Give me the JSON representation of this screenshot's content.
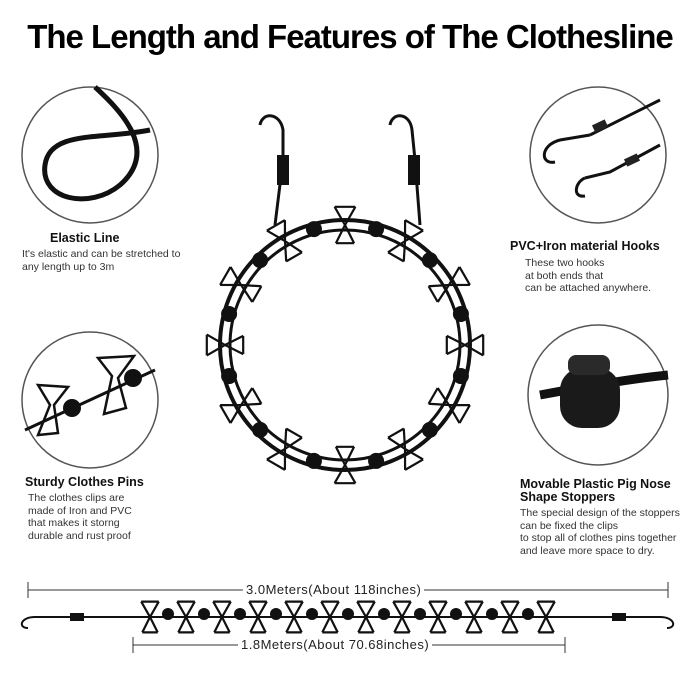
{
  "title": "The Length and Features of The Clothesline",
  "features": [
    {
      "heading": "Elastic Line",
      "text": "It's elastic and can be stretched to\nany length up to 3m"
    },
    {
      "heading": "PVC+Iron material Hooks",
      "text": "These two hooks\nat both ends that\ncan be attached anywhere."
    },
    {
      "heading": "Sturdy Clothes Pins",
      "text": "The clothes clips are\n made of Iron and PVC\nthat makes it storng\ndurable and rust proof"
    },
    {
      "heading": "Movable Plastic Pig Nose\nShape Stoppers",
      "text": "The special design of the stoppers\ncan be fixed the clips\nto stop all of clothes pins together\nand leave more space to dry."
    }
  ],
  "dimensions": {
    "total": "3.0Meters(About 118inches)",
    "clips_section": "1.8Meters(About 70.68inches)"
  },
  "colors": {
    "product": "#111111",
    "circle_border": "#555555"
  }
}
